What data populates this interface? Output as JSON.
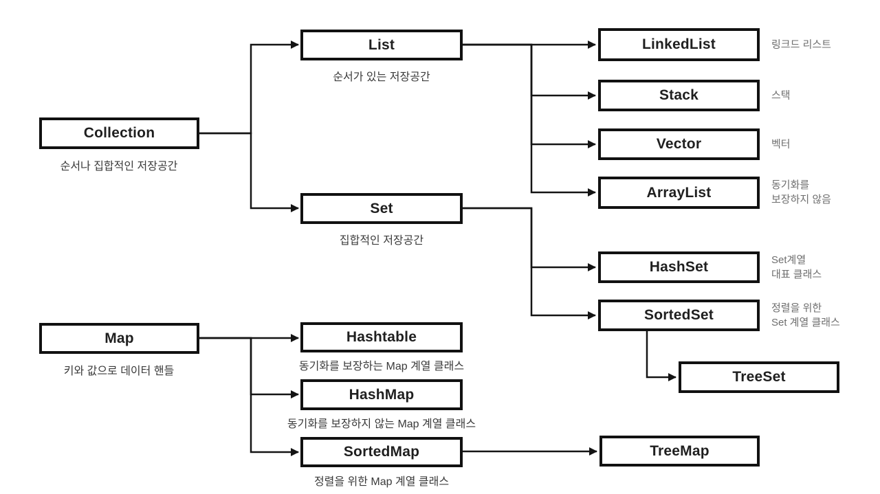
{
  "diagram": {
    "type": "class-hierarchy",
    "subject": "Java Collection Framework",
    "colors": {
      "background": "#ffffff",
      "box_border": "#111111",
      "box_fill": "#ffffff",
      "box_text": "#1f1f1f",
      "line": "#141414",
      "caption_text": "#3a3a3a",
      "note_text": "#6e6e6e"
    }
  },
  "nodes": {
    "collection": {
      "label": "Collection",
      "caption": "순서나 집합적인 저장공간"
    },
    "list": {
      "label": "List",
      "caption": "순서가 있는 저장공간"
    },
    "set": {
      "label": "Set",
      "caption": "집합적인 저장공간"
    },
    "linkedlist": {
      "label": "LinkedList",
      "note": "링크드 리스트"
    },
    "stack": {
      "label": "Stack",
      "note": "스택"
    },
    "vector": {
      "label": "Vector",
      "note": "벡터"
    },
    "arraylist": {
      "label": "ArrayList",
      "note": "동기화를\n보장하지 않음"
    },
    "hashset": {
      "label": "HashSet",
      "note": "Set계열\n대표 클래스"
    },
    "sortedset": {
      "label": "SortedSet",
      "note": "정렬을 위한\nSet 계열 클래스"
    },
    "treeset": {
      "label": "TreeSet"
    },
    "map": {
      "label": "Map",
      "caption": "키와 값으로 데이터 핸들"
    },
    "hashtable": {
      "label": "Hashtable",
      "caption": "동기화를 보장하는 Map 계열 클래스"
    },
    "hashmap": {
      "label": "HashMap",
      "caption": "동기화를 보장하지 않는 Map 계열 클래스"
    },
    "sortedmap": {
      "label": "SortedMap",
      "caption": "정렬을 위한 Map 계열 클래스"
    },
    "treemap": {
      "label": "TreeMap"
    }
  },
  "edges": [
    {
      "from": "Collection",
      "to": "List"
    },
    {
      "from": "Collection",
      "to": "Set"
    },
    {
      "from": "List",
      "to": "LinkedList"
    },
    {
      "from": "List",
      "to": "Stack"
    },
    {
      "from": "List",
      "to": "Vector"
    },
    {
      "from": "List",
      "to": "ArrayList"
    },
    {
      "from": "Set",
      "to": "HashSet"
    },
    {
      "from": "Set",
      "to": "SortedSet"
    },
    {
      "from": "SortedSet",
      "to": "TreeSet"
    },
    {
      "from": "Map",
      "to": "Hashtable"
    },
    {
      "from": "Map",
      "to": "HashMap"
    },
    {
      "from": "Map",
      "to": "SortedMap"
    },
    {
      "from": "SortedMap",
      "to": "TreeMap"
    }
  ]
}
